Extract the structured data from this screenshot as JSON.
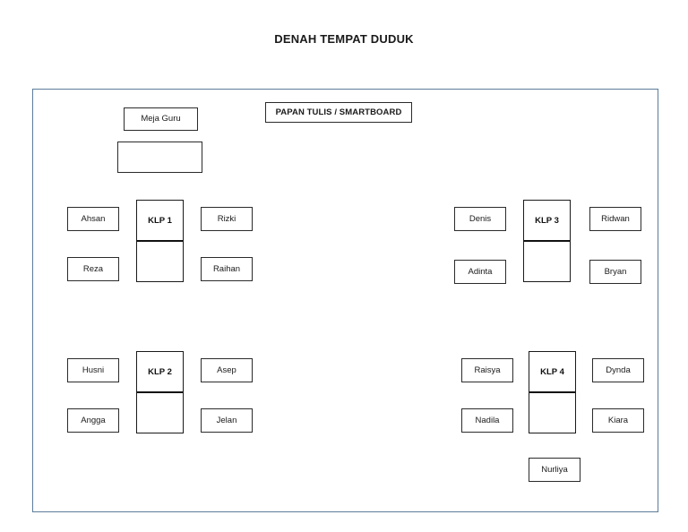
{
  "page": {
    "title": "DENAH TEMPAT DUDUK"
  },
  "frame": {
    "border_color": "#5b7c99"
  },
  "front": {
    "teacher_desk_label": "Meja Guru",
    "teacher_desk_empty_label": "",
    "board_label": "PAPAN TULIS / SMARTBOARD"
  },
  "groups": [
    {
      "id": "klp-1",
      "label": "KLP 1",
      "seats": {
        "top_left": "Ahsan",
        "top_right": "Rizki",
        "bottom_left": "Reza",
        "bottom_right": "Raihan"
      }
    },
    {
      "id": "klp-2",
      "label": "KLP 2",
      "seats": {
        "top_left": "Husni",
        "top_right": "Asep",
        "bottom_left": "Angga",
        "bottom_right": "Jelan"
      }
    },
    {
      "id": "klp-3",
      "label": "KLP 3",
      "seats": {
        "top_left": "Denis",
        "top_right": "Ridwan",
        "bottom_left": "Adinta",
        "bottom_right": "Bryan"
      }
    },
    {
      "id": "klp-4",
      "label": "KLP 4",
      "seats": {
        "top_left": "Raisya",
        "top_right": "Dynda",
        "bottom_left": "Nadila",
        "bottom_right": "Kiara",
        "extra_below": "Nurliya"
      }
    }
  ]
}
